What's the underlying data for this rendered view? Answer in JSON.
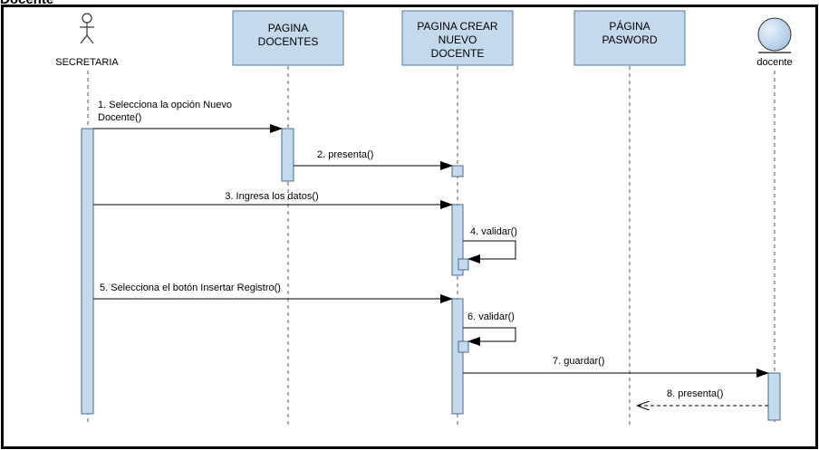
{
  "frame_title": "Docente",
  "colors": {
    "lifeline_box_fill": "#c5d9ec",
    "lifeline_box_stroke": "#5a7aa0",
    "activation_fill": "#c5d9ec",
    "activation_stroke": "#4a6a90",
    "frame_border": "#000000",
    "message_line": "#000000",
    "return_line": "#000000"
  },
  "participants": [
    {
      "id": "secretaria",
      "kind": "actor",
      "label": "SECRETARIA",
      "icon": "actor-stick-figure-icon"
    },
    {
      "id": "pagina-docentes",
      "kind": "boundary-box",
      "lines": [
        "PAGINA",
        "DOCENTES"
      ]
    },
    {
      "id": "pagina-crear-nuevo-docente",
      "kind": "boundary-box",
      "lines": [
        "PAGINA CREAR",
        "NUEVO",
        "DOCENTE"
      ]
    },
    {
      "id": "pagina-pasword",
      "kind": "boundary-box",
      "lines": [
        "PÁGINA",
        "PASWORD"
      ]
    },
    {
      "id": "docente",
      "kind": "entity",
      "label": "docente",
      "icon": "entity-circle-icon"
    }
  ],
  "messages": [
    {
      "n": 1,
      "lines": [
        "1. Selecciona la opción Nuevo",
        "Docente()"
      ],
      "from": "secretaria",
      "to": "pagina-docentes",
      "type": "sync"
    },
    {
      "n": 2,
      "lines": [
        "2. presenta()"
      ],
      "from": "pagina-docentes",
      "to": "pagina-crear-nuevo-docente",
      "type": "sync"
    },
    {
      "n": 3,
      "lines": [
        "3. Ingresa los datos()"
      ],
      "from": "secretaria",
      "to": "pagina-crear-nuevo-docente",
      "type": "sync"
    },
    {
      "n": 4,
      "lines": [
        "4. validar()"
      ],
      "from": "pagina-crear-nuevo-docente",
      "to": "pagina-crear-nuevo-docente",
      "type": "self"
    },
    {
      "n": 5,
      "lines": [
        "5. Selecciona el botón Insertar Registro()"
      ],
      "from": "secretaria",
      "to": "pagina-crear-nuevo-docente",
      "type": "sync"
    },
    {
      "n": 6,
      "lines": [
        "6. validar()"
      ],
      "from": "pagina-crear-nuevo-docente",
      "to": "pagina-crear-nuevo-docente",
      "type": "self"
    },
    {
      "n": 7,
      "lines": [
        "7. guardar()"
      ],
      "from": "pagina-crear-nuevo-docente",
      "to": "docente",
      "type": "sync"
    },
    {
      "n": 8,
      "lines": [
        "8. presenta()"
      ],
      "from": "docente",
      "to": "pagina-pasword",
      "type": "return"
    }
  ]
}
